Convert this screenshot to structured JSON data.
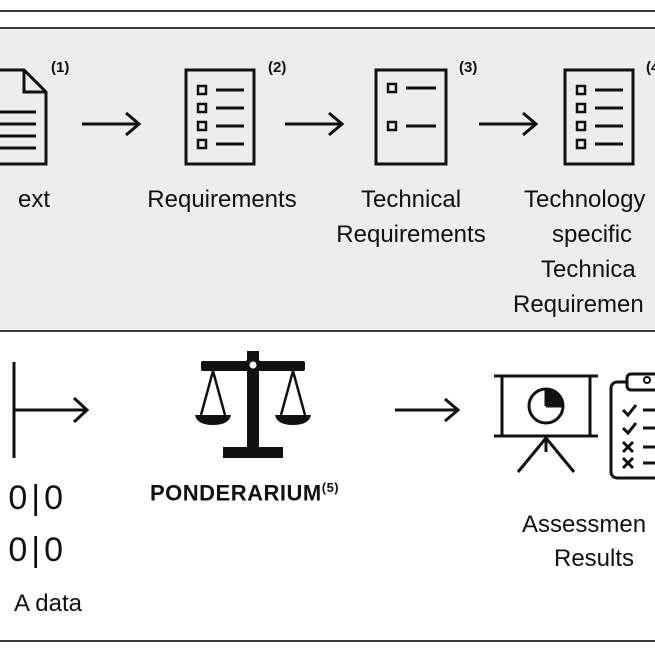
{
  "stages": [
    {
      "lines": [
        "ext"
      ],
      "number": "(1)"
    },
    {
      "lines": [
        "Requirements"
      ],
      "number": "(2)"
    },
    {
      "lines": [
        "Technical",
        "Requirements"
      ],
      "number": "(3)"
    },
    {
      "lines": [
        "Technology",
        "specific",
        "Technica",
        "Requiremen"
      ],
      "number": "(4"
    }
  ],
  "bottom": {
    "data_label": "A data",
    "binary_rows": [
      "0|0",
      "0|0"
    ],
    "engine_name": "PONDERARIUM",
    "engine_number": "(5)",
    "results_lines": [
      "Assessmen",
      "Results"
    ]
  },
  "icons": [
    "document-icon",
    "checklist-icon",
    "scales-icon",
    "presentation-chart-icon",
    "clipboard-checklist-icon"
  ],
  "colors": {
    "panel_bg": "#ededed",
    "line": "#111111",
    "border": "#3a3a3a"
  }
}
